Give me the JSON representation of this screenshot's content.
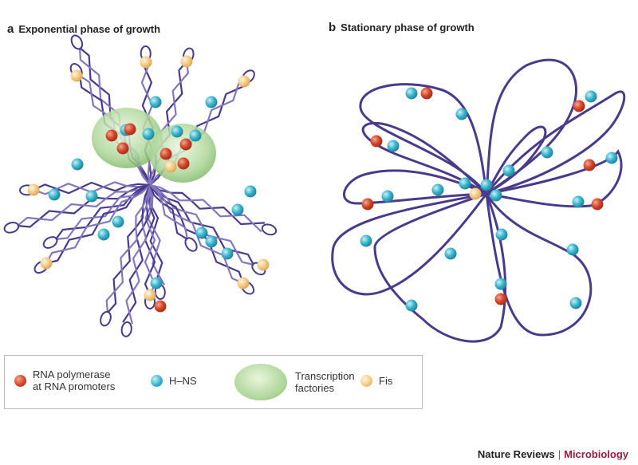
{
  "panel_a": {
    "letter": "a",
    "title": "Exponential phase of growth"
  },
  "panel_b": {
    "letter": "b",
    "title": "Stationary phase of growth"
  },
  "legend": {
    "rna_polymerase": "RNA polymerase\nat RNA promoters",
    "hns": "H–NS",
    "transcription_factories": "Transcription\nfactories",
    "fis": "Fis"
  },
  "footer": {
    "journal": "Nature Reviews",
    "section": "Microbiology"
  },
  "colors": {
    "dna": "#4a3a8c",
    "rna_polymerase": "#d2452a",
    "hns": "#36b3cc",
    "fis": "#f4c982",
    "factory": "#86c06f",
    "section_text": "#9b1b3f"
  }
}
